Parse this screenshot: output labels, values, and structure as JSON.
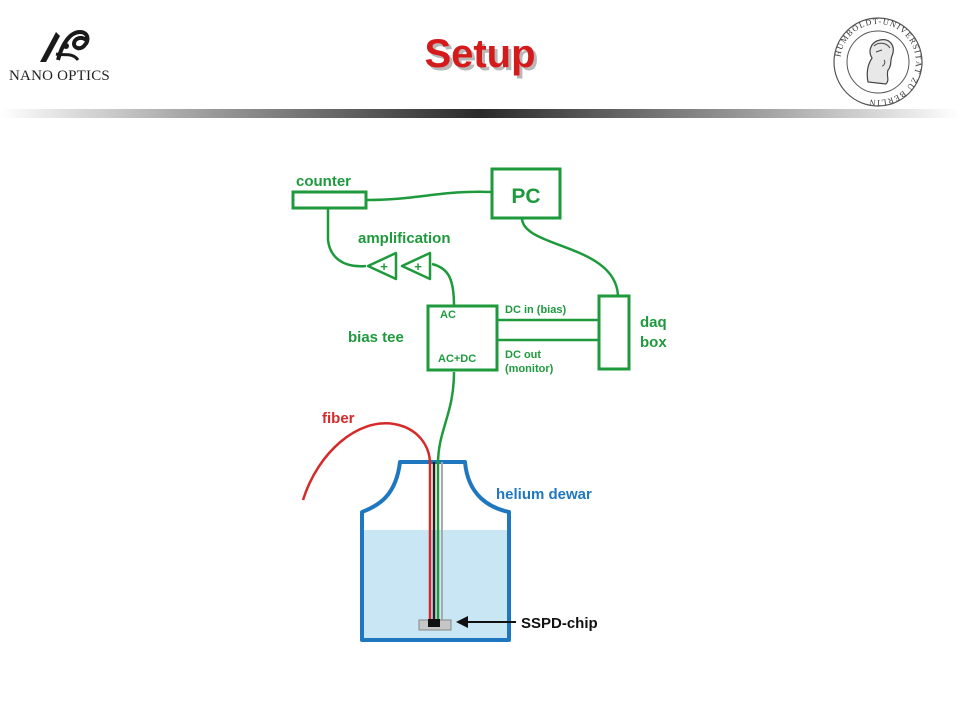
{
  "header": {
    "title": "Setup",
    "brand": "NANO OPTICS",
    "seal_text": "HUMBOLDT-UNIVERSITÄT ZU BERLIN"
  },
  "colors": {
    "title": "#d41a1a",
    "wire": "#1e9a3d",
    "dewar": "#1f77c0",
    "helium": "#c8e6f4",
    "fiber": "#d42a2a"
  },
  "diagram": {
    "pc": "PC",
    "counter": "counter",
    "amplification": "amplification",
    "amp_symbol": "+",
    "bias_tee": "bias tee",
    "port_ac": "AC",
    "port_acdc": "AC+DC",
    "dc_in": "DC in (bias)",
    "dc_out_line1": "DC out",
    "dc_out_line2": "(monitor)",
    "daq_line1": "daq",
    "daq_line2": "box",
    "fiber": "fiber",
    "helium_dewar": "helium dewar",
    "chip": "SSPD-chip"
  }
}
